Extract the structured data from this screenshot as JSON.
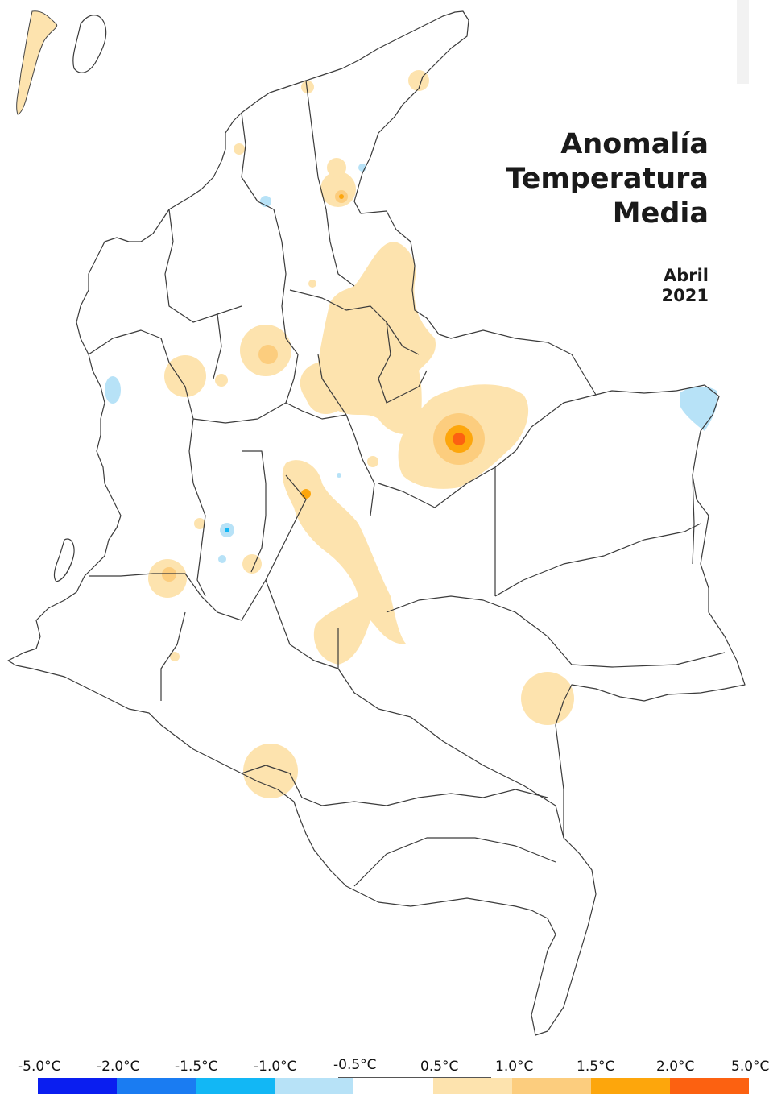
{
  "title": {
    "line1": "Anomalía",
    "line2": "Temperatura",
    "line3": "Media"
  },
  "period": {
    "month": "Abril",
    "year": "2021"
  },
  "legend": {
    "labels": [
      "-5.0°C",
      "-2.0°C",
      "-1.5°C",
      "-1.0°C",
      "-0.5°C",
      "0.5°C",
      "1.0°C",
      "1.5°C",
      "2.0°C",
      "5.0°C"
    ],
    "colors": [
      "#0a1ef0",
      "#1a7cf2",
      "#12b7f5",
      "#b7e2f7",
      "#ffffff",
      "#fde3ae",
      "#fccd7e",
      "#fda60c",
      "#fc6111"
    ]
  },
  "map": {
    "country": "Colombia",
    "features": [
      {
        "name": "warm-anomaly",
        "class": "0.5 to 1.0",
        "color": "#fde3ae"
      },
      {
        "name": "moderate-warm-anomaly",
        "class": "1.0 to 1.5",
        "color": "#fccd7e"
      },
      {
        "name": "strong-warm-anomaly",
        "class": "1.5 to 2.0",
        "color": "#fda60c"
      },
      {
        "name": "extreme-warm-anomaly",
        "class": "2.0 to 5.0",
        "color": "#fc6111"
      },
      {
        "name": "cool-anomaly",
        "class": "-1.0 to -0.5",
        "color": "#b7e2f7"
      },
      {
        "name": "strong-cool-anomaly",
        "class": "-1.5 to -1.0",
        "color": "#12b7f5"
      }
    ]
  }
}
